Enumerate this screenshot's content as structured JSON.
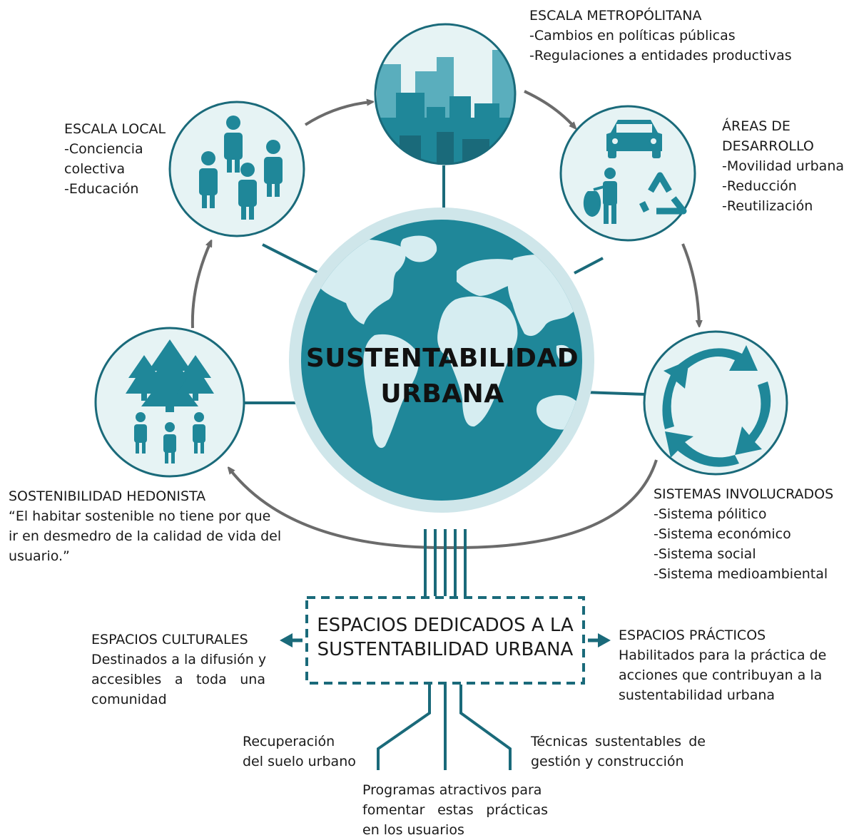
{
  "center": {
    "title_line1": "SUSTENTABILIDAD",
    "title_line2": "URBANA"
  },
  "nodes": {
    "local": {
      "title": "ESCALA LOCAL",
      "items": [
        "-Conciencia",
        "colectiva",
        "-Educación"
      ]
    },
    "metropolitana": {
      "title": "ESCALA METROPÓLITANA",
      "items": [
        "-Cambios en políticas públicas",
        "-Regulaciones a entidades productivas"
      ]
    },
    "areas": {
      "title_line1": "ÁREAS DE",
      "title_line2": "DESARROLLO",
      "items": [
        "-Movilidad urbana",
        "-Reducción",
        "-Reutilización"
      ]
    },
    "sistemas": {
      "title": "SISTEMAS INVOLUCRADOS",
      "items": [
        "-Sistema pólitico",
        "-Sistema económico",
        "-Sistema social",
        "-Sistema medioambiental"
      ]
    },
    "hedonista": {
      "title": "SOSTENIBILIDAD HEDONISTA",
      "lines": [
        "“El habitar sostenible  no tiene por que",
        "ir en desmedro de la calidad de vida del",
        "usuario.”"
      ]
    }
  },
  "box": {
    "line1": "ESPACIOS DEDICADOS A LA",
    "line2": "SUSTENTABILIDAD URBANA"
  },
  "culturales": {
    "title": "ESPACIOS CULTURALES",
    "lines": [
      "Destinados a la difusión y",
      "accesibles a toda una",
      "comunidad"
    ]
  },
  "practicos": {
    "title": "ESPACIOS PRÁCTICOS",
    "lines": [
      "Habilitados para la práctica de",
      "acciones que contribuyan a la",
      "sustentabilidad urbana"
    ]
  },
  "bottom": {
    "recuperacion": [
      "Recuperación",
      "del suelo urbano"
    ],
    "tecnicas": [
      "Técnicas sustentables de",
      "gestión y construcción"
    ],
    "programas": [
      "Programas atractivos para",
      "fomentar estas prácticas",
      "en los usuarios"
    ]
  },
  "colors": {
    "teal": "#1f8799",
    "teal_dark": "#1a6a7a",
    "teal_light": "#5aaebd",
    "circle_fill": "#e6f3f4",
    "halo": "#cfe6ea",
    "land": "#d6edf1",
    "arrow": "#6b6b6b"
  }
}
